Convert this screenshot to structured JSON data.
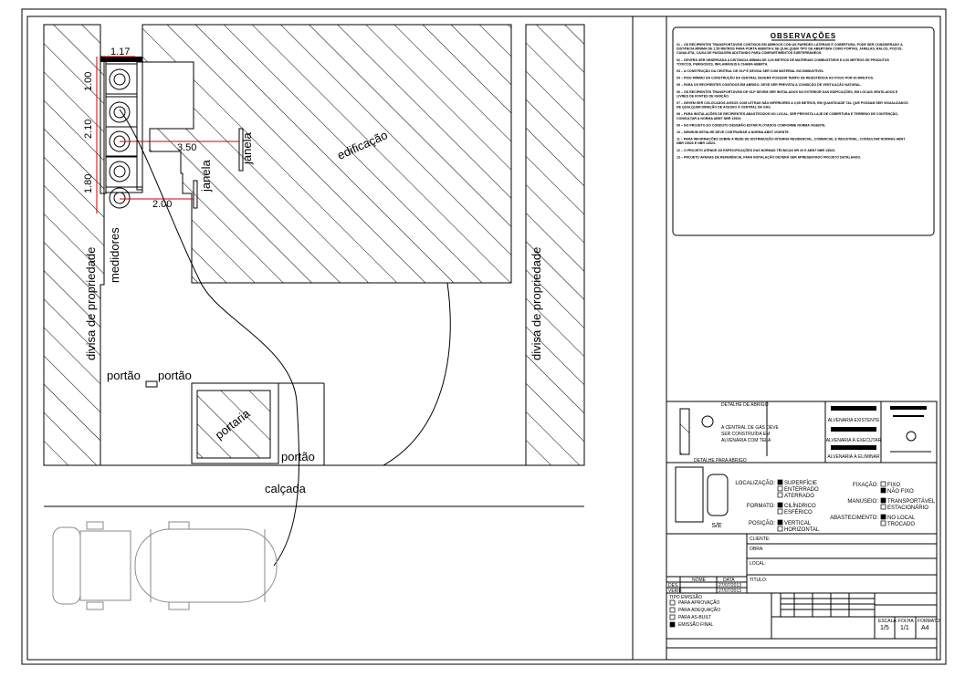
{
  "drawing": {
    "labels": {
      "edificacao": "edificação",
      "medidores": "medidores",
      "divisa_left": "divisa de propriedade",
      "divisa_right": "divisa de propriedade",
      "janela_1": "janela",
      "janela_2": "janela",
      "portao_1": "portão",
      "portao_2": "portão",
      "portao_3": "portão",
      "portaria": "portaria",
      "calcada": "calçada"
    },
    "dimensions": {
      "d117": "1.17",
      "d100": "1.00",
      "d210": "2.10",
      "d180": "1.80",
      "d350": "3.50",
      "d200": "2.00"
    }
  },
  "observacoes": {
    "title": "OBSERVAÇÕES",
    "items": [
      "01 – OS RECIPIENTES TRANSPORTÁVEIS CONTIDOS EM ABRIGOS COM AS PAREDES LATERAIS E COBERTURA, PODE SER CONSIDERADO A DISTÂNCIA MÍNIMA DE 1,50 METROS PARA PORTA ABERTA E SE QUALQUER TIPO DE ABERTURA COMO PORTAS, JANELAS, RALOS, POÇOS, CANALETA, CAIXA DE PASSAGEM ADOTANDO PARA COMPARTIMENTOS SUBTERRÂNEOS.",
      "02 – DEVERÁ SER OBSERVADA A DISTÂNCIA MÍNIMA DE 3,00 METROS DE MATERIAIS COMBUSTÍVEIS E 6,00 METROS DE PRODUTOS TÓXICOS, PERIGOSOS, INFLAMÁVEIS E CHAMA ABERTA.",
      "03 – A CONSTRUÇÃO DA CENTRAL DE GLP É DEVIDA SER COM MATERIAL INCOMBUSTÍVEL.",
      "04 – PISO MÍNIMO DA CONSTRUÇÃO DA CENTRAL DEVERÁ POSSUIR TEMPO DE RESISTÊNCIA AO FOGO POR 60 MINUTOS.",
      "05 – PARA OS RECIPIENTES CONTIDOS EM ABRIGO, DEVE SER PREVISTA A CONDIÇÃO DE VENTILAÇÃO NATURAL.",
      "06 – OS RECIPIENTES TRANSPORTÁVEIS DE GLP DEVEM SER INSTALADOS NO EXTERIOR DAS EDIFICAÇÕES, EM LOCAIS VENTILADOS E LIVRES DE FONTES DE IGNIÇÃO.",
      "07 – DEVEM SER COLOCADOS AVISOS COM LETRAS NÃO INFERIORES A 0,05 METROS, EM QUANTIDADE TAL QUE POSSAM SER VISUALIZADOS DE QUALQUER DIREÇÃO DE ACESSO À CENTRAL DE GÁS.",
      "08 – PARA INSTALAÇÕES DE RECIPIENTES ABASTECIDOS NO LOCAL, SER PREVISTA LAJE DE COBERTURA E TERRENO DE CONTENÇÃO, CONSULTAR A NORMA ABNT NBR 13523.",
      "09 – NO PROJETO DO CONDUTO DEVERÃO ESTAR PLOTADOS CONFORME NORMA VIGENTE.",
      "10 – NENHUM DETALHE DEVE CONTRARIAR A NORMA ABNT VIGENTE.",
      "11 – PARA INFORMAÇÕES SOBRE A REDE DE DISTRIBUIÇÃO INTERNA RESIDENCIAL, COMERCIAL E INDUSTRIAL, CONSULTAR NORMAS ABNT NBR 15526 E NBR 13523.",
      "12 – O PROJETO ATENDE ÀS ESPECIFICAÇÕES DAS NORMAS TÉCNICAS NR 20 E ABNT NBR 13523.",
      "13 – PROJETO APENAS DE REFERÊNCIA, PARA INSTALAÇÃO DEVERÁ SER APRESENTADO PROJETO DETALHADO."
    ]
  },
  "titleblock": {
    "legend": {
      "existente": "ALVENARIA EXISTENTE",
      "executar": "ALVENARIA À EXECUTAR",
      "eliminar": "ALVENARIA À ELIMINAR"
    },
    "detail_caption": "DETALHE PARA ABRIGO",
    "scale_caption": "S/E",
    "localizacao": {
      "label": "LOCALIZAÇÃO:",
      "options": [
        "SUPERFÍCIE",
        "ENTERRADO",
        "ATERRADO"
      ],
      "selected": 0
    },
    "formato": {
      "label": "FORMATO:",
      "options": [
        "CILÍNDRICO",
        "ESFÉRICO"
      ],
      "selected": 0
    },
    "posicao": {
      "label": "POSIÇÃO:",
      "options": [
        "VERTICAL",
        "HORIZONTAL"
      ],
      "selected": 0
    },
    "fixacao": {
      "label": "FIXAÇÃO:",
      "options": [
        "FIXO",
        "NÃO FIXO"
      ],
      "selected": 1
    },
    "manuseio": {
      "label": "MANUSEIO:",
      "options": [
        "TRANSPORTÁVEL",
        "ESTACIONÁRIO"
      ],
      "selected": 0
    },
    "abastecimento": {
      "label": "ABASTECIMENTO:",
      "options": [
        "NO LOCAL",
        "TROCADO"
      ],
      "selected": 0
    },
    "fields": {
      "cliente": "CLIENTE:",
      "obra": "OBRA:",
      "local": "LOCAL:",
      "titulo": "TÍTULO:",
      "escala_label": "ESCALA",
      "escala_value": "1/5",
      "folha_label": "FOLHA",
      "folha_value": "1/1",
      "formato_label": "FORMATO",
      "formato_value": "A4"
    },
    "dates": {
      "nome_col": "NOME",
      "data_col": "DATA",
      "des_label": "DES.",
      "des_date": "27/07/2013",
      "verif_label": "VERIF.",
      "verif_date": "27/07/2013"
    },
    "tipo_emissao": {
      "title": "TIPO EMISSÃO",
      "options": [
        "PARA APROVAÇÃO",
        "PARA ADEQUAÇÃO",
        "PARA AS-BUILT",
        "EMISSÃO FINAL"
      ],
      "selected": 3
    }
  }
}
